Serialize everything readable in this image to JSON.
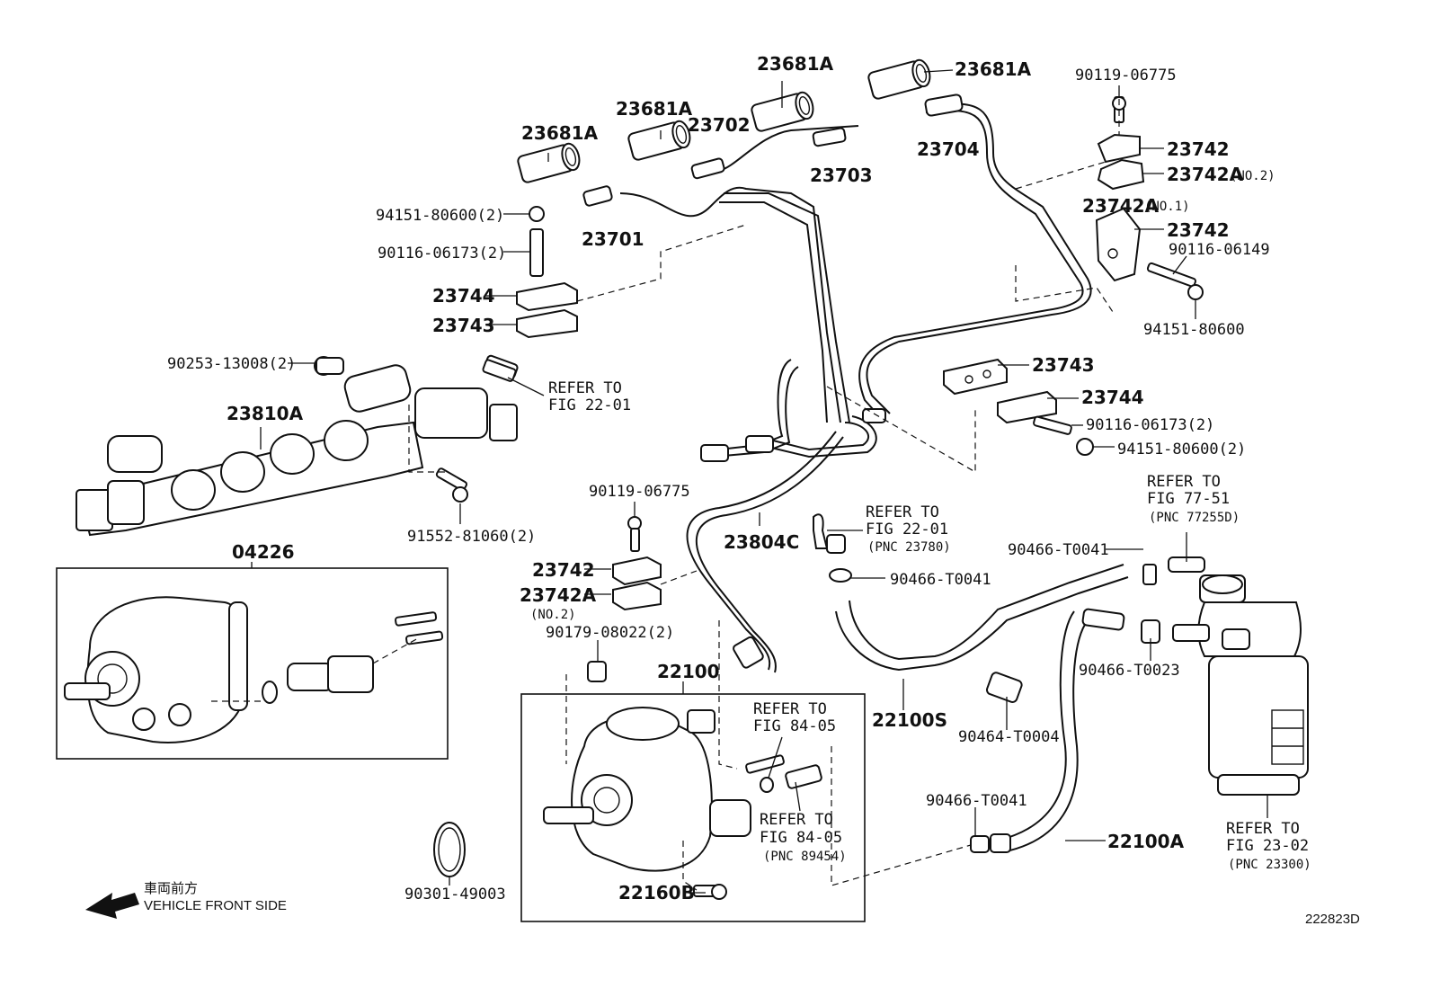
{
  "diagram_id": "222823D",
  "direction_note": {
    "jp": "車両前方",
    "en": "VEHICLE FRONT SIDE"
  },
  "labels": {
    "p23681a_1": "23681A",
    "p23681a_2": "23681A",
    "p23681a_3": "23681A",
    "p23681a_4": "23681A",
    "p90119_top": "90119-06775",
    "p23702": "23702",
    "p23703": "23703",
    "p23704": "23704",
    "p23742_top": "23742",
    "p23742a_no2_top": "23742A",
    "no2": "(NO.2)",
    "p23742a_no1": "23742A",
    "no1": "(NO.1)",
    "p23742_mid": "23742",
    "p90116_06149": "90116-06149",
    "p94151_r": "94151-80600",
    "p94151_l": "94151-80600(2)",
    "p90116_l": "90116-06173(2)",
    "p23701": "23701",
    "p23744_l": "23744",
    "p23743_l": "23743",
    "p90253": "90253-13008(2)",
    "refer_to": "REFER TO",
    "fig_22_01": "FIG 22-01",
    "p23810a": "23810A",
    "p23743_r": "23743",
    "p23744_r": "23744",
    "p90116_r": "90116-06173(2)",
    "p94151_r2": "94151-80600(2)",
    "fig_77_51": "FIG 77-51",
    "pnc_77255d": "(PNC 77255D)",
    "p90119_mid": "90119-06775",
    "p91552": "91552-81060(2)",
    "p23804c": "23804C",
    "fig_22_01b": "FIG 22-01",
    "pnc_23780": "(PNC 23780)",
    "p90466_t0041_a": "90466-T0041",
    "p90466_t0041_b": "90466-T0041",
    "p04226": "04226",
    "p23742_low": "23742",
    "p23742a_low": "23742A",
    "no2_low": "(NO.2)",
    "p90179": "90179-08022(2)",
    "p22100": "22100",
    "fig_84_05a": "FIG 84-05",
    "fig_84_05b": "FIG 84-05",
    "pnc_89454": "(PNC 89454)",
    "p22100s": "22100S",
    "p90466_t0023": "90466-T0023",
    "p90464_t0004": "90464-T0004",
    "p90466_t0041_c": "90466-T0041",
    "p22100a": "22100A",
    "fig_23_02": "FIG 23-02",
    "pnc_23300": "(PNC 23300)",
    "p90301": "90301-49003",
    "p22160b": "22160B"
  }
}
